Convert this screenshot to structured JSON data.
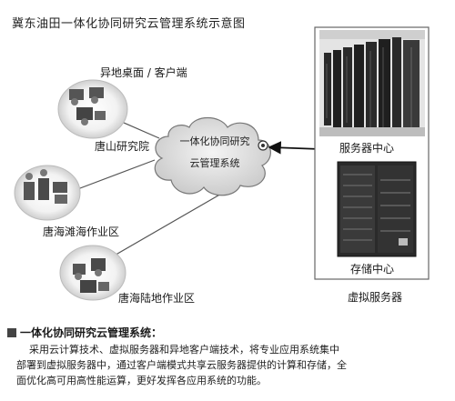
{
  "title": "冀东油田一体化协同研究云管理系统示意图",
  "clients": {
    "header": "异地桌面 / 客户端",
    "sites": [
      {
        "label": "唐山研究院"
      },
      {
        "label": "唐海滩海作业区"
      },
      {
        "label": "唐海陆地作业区"
      }
    ]
  },
  "cloud": {
    "line1": "一体化协同研究",
    "line2": "云管理系统"
  },
  "servers": {
    "server_center": "服务器中心",
    "storage_center": "存储中心",
    "virtual_servers": "虚拟服务器"
  },
  "description": {
    "heading": "一体化协同研究云管理系统：",
    "line1": "采用云计算技术、虚拟服务器和异地客户端技术，将专业应用系统集中",
    "line2": "部署到虚拟服务器中，通过客户端模式共享云服务器提供的计算和存储，全",
    "line3": "面优化高可用高性能运算，更好发挥各应用系统的功能。"
  },
  "colors": {
    "line": "#555555",
    "cloud_fill": "#d9d9d9",
    "rack_dark": "#2a2a2a",
    "panel_border": "#666666"
  }
}
